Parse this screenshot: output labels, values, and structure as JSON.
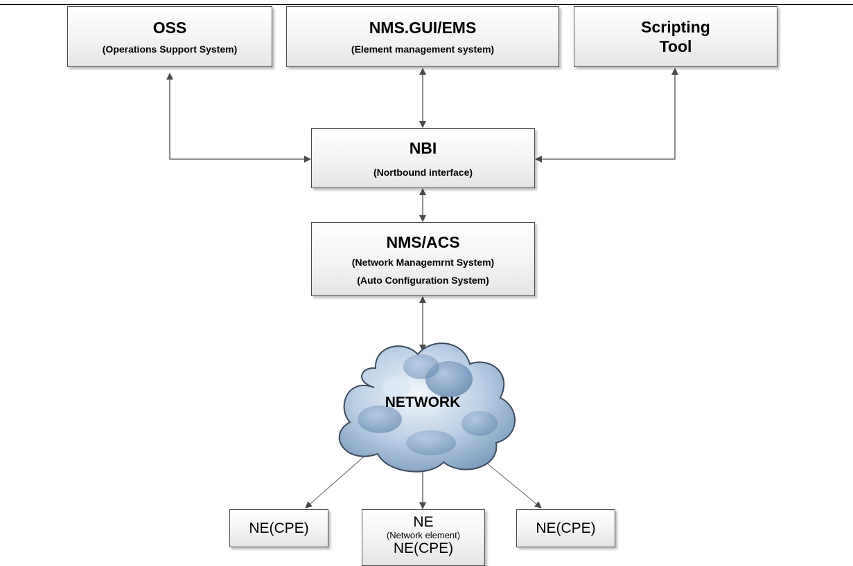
{
  "oss": {
    "title": "OSS",
    "subtitle": "(Operations Support System)"
  },
  "nms_gui": {
    "title": "NMS.GUI/EMS",
    "subtitle": "(Element management system)"
  },
  "scripting": {
    "line1": "Scripting",
    "line2": "Tool"
  },
  "nbi": {
    "title": "NBI",
    "subtitle": "(Nortbound interface)"
  },
  "nms_acs": {
    "title": "NMS/ACS",
    "subtitle1": "(Network Managemrnt System)",
    "subtitle2": "(Auto Configuration System)"
  },
  "network": {
    "label": "NETWORK"
  },
  "ne_left": {
    "label": "NE(CPE)"
  },
  "ne_center": {
    "line1": "NE",
    "line2": "(Network element)",
    "line3": "NE(CPE)"
  },
  "ne_right": {
    "label": "NE(CPE)"
  },
  "colors": {
    "line": "#4a4a4a",
    "box_border": "#4a4a4a",
    "cloud_light": "#e3edf8",
    "cloud_dark": "#6f90b5"
  }
}
